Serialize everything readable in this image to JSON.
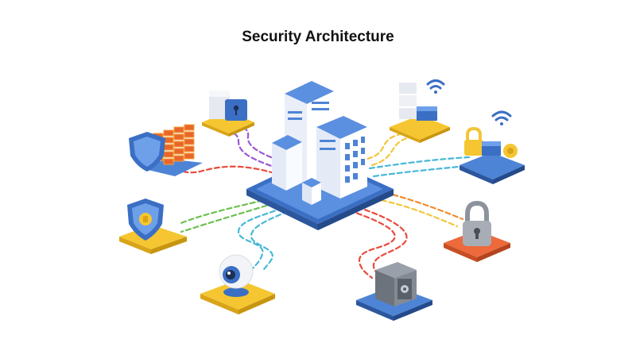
{
  "diagram": {
    "title": "Security Architecture"
  },
  "colors": {
    "platform_blue": "#4e84d6",
    "tile_yellow": "#f5c631",
    "tile_orange": "#ec6a3c",
    "link_purple": "#9b59d0",
    "link_red": "#e84b3c",
    "link_green": "#6bc14f",
    "link_cyan": "#47b8d8",
    "link_yellow": "#f2c53a",
    "link_orange": "#f28b2b"
  },
  "nodes": [
    {
      "id": "central-building",
      "icon": "office-building-icon"
    },
    {
      "id": "firewall",
      "icon": "shield-firewall-icon"
    },
    {
      "id": "secure-server",
      "icon": "server-lock-icon"
    },
    {
      "id": "wireless-server",
      "icon": "server-wifi-icon"
    },
    {
      "id": "wireless-lock",
      "icon": "lock-wifi-icon"
    },
    {
      "id": "padlock",
      "icon": "padlock-icon"
    },
    {
      "id": "safe",
      "icon": "safe-icon"
    },
    {
      "id": "camera",
      "icon": "webcam-icon"
    },
    {
      "id": "shield-tile",
      "icon": "shield-icon"
    }
  ]
}
